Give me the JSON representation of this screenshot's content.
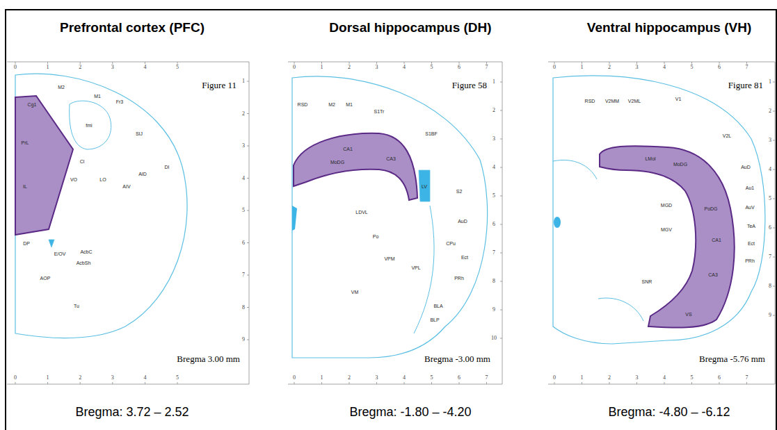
{
  "diagram": {
    "nodes": [
      {
        "text": [
          "Prefrontal cortex (PFC)",
          "Figure 11",
          "Bregma 3.00 mm"
        ]
      },
      {
        "text": [
          "Dorsal hippocampus (DH)",
          "Figure 58",
          "Bregma -3.00 mm"
        ]
      },
      {
        "text": [
          "Ventral hippocampus (VH)",
          "Figure 81",
          "Bregma -5.76 mm"
        ]
      }
    ],
    "labels": [
      "0",
      "1",
      "2",
      "3",
      "4",
      "5",
      "0",
      "1",
      "2",
      "3",
      "4",
      "5",
      "1",
      "2",
      "3",
      "4",
      "5",
      "6",
      "7",
      "8",
      "9",
      "M2",
      "M1",
      "Cg1",
      "Fr3",
      "PrL",
      "IL",
      "fmi",
      "SIJ",
      "Cl",
      "DI",
      "VO",
      "LO",
      "AID",
      "AIV",
      "DP",
      "E/OV",
      "AcbC",
      "AcbSh",
      "AOP",
      "Tu",
      "0",
      "1",
      "2",
      "3",
      "4",
      "5",
      "6",
      "7",
      "0",
      "1",
      "2",
      "3",
      "4",
      "5",
      "6",
      "7",
      "1",
      "2",
      "3",
      "4",
      "5",
      "6",
      "7",
      "8",
      "9",
      "10",
      "RSD",
      "M2",
      "M1",
      "S1Tr",
      "S1BF",
      "CA1",
      "MoDG",
      "CA3",
      "LV",
      "LDVL",
      "Po",
      "VPM",
      "VPL",
      "CPu",
      "S2",
      "AuD",
      "Ect",
      "PRh",
      "VM",
      "BLA",
      "BLP",
      "0",
      "1",
      "2",
      "3",
      "4",
      "5",
      "6",
      "7",
      "0",
      "1",
      "2",
      "3",
      "4",
      "5",
      "6",
      "7",
      "1",
      "2",
      "3",
      "4",
      "5",
      "6",
      "7",
      "8",
      "9",
      "RSD",
      "V2MM",
      "V2ML",
      "V1",
      "V2L",
      "AuD",
      "Au1",
      "AuV",
      "TeA",
      "Ect",
      "PRh",
      "LMol",
      "MoDG",
      "PoDG",
      "CA1",
      "CA3",
      "VS",
      "MGD",
      "MGV",
      "SNR",
      "Bregma: 3.72 – 2.52",
      "Bregma: -1.80 – -4.20",
      "Bregma: -4.80 – -6.12"
    ]
  }
}
